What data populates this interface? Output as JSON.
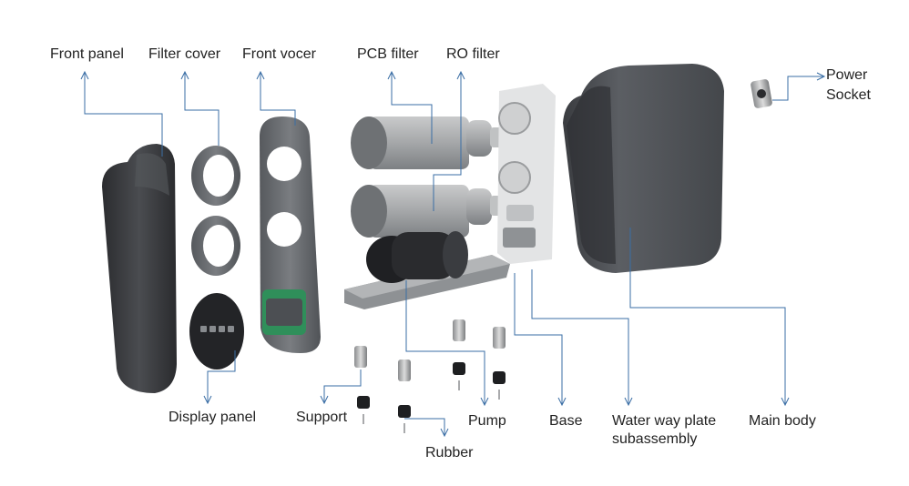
{
  "labels": {
    "front_panel": "Front panel",
    "filter_cover": "Filter cover",
    "front_vocer": "Front vocer",
    "pcb_filter": "PCB filter",
    "ro_filter": "RO filter",
    "power_socket_line1": "Power",
    "power_socket_line2": "Socket",
    "display_panel": "Display panel",
    "support": "Support",
    "rubber": "Rubber",
    "pump": "Pump",
    "base": "Base",
    "water_way_line1": "Water way plate",
    "water_way_line2": "subassembly",
    "main_body": "Main body"
  },
  "colors": {
    "leader_line": "#3a6ea5",
    "body_dark": "#3d3f43",
    "plastic_gray": "#6b6e72",
    "filter_gray": "#a7a9ab",
    "label_text": "#222222"
  }
}
